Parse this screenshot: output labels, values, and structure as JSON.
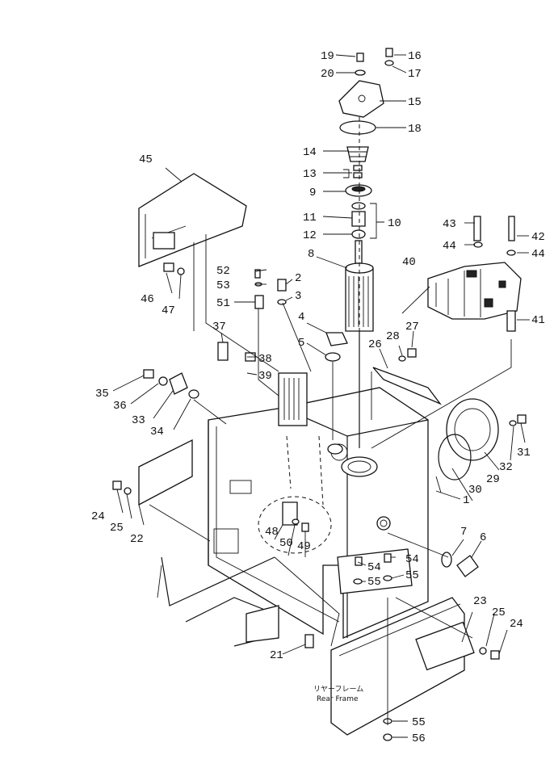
{
  "diagram": {
    "labels": {
      "p1": "1",
      "p2": "2",
      "p3": "3",
      "p4": "4",
      "p5": "5",
      "p6": "6",
      "p7": "7",
      "p8": "8",
      "p9": "9",
      "p10": "10",
      "p11": "11",
      "p12": "12",
      "p13": "13",
      "p14": "14",
      "p15": "15",
      "p16": "16",
      "p17": "17",
      "p18": "18",
      "p19": "19",
      "p20": "20",
      "p21": "21",
      "p22": "22",
      "p23": "23",
      "p24a": "24",
      "p24b": "24",
      "p25a": "25",
      "p25b": "25",
      "p26": "26",
      "p27": "27",
      "p28": "28",
      "p29": "29",
      "p30": "30",
      "p31": "31",
      "p32": "32",
      "p33": "33",
      "p34": "34",
      "p35": "35",
      "p36": "36",
      "p37": "37",
      "p38": "38",
      "p39": "39",
      "p40": "40",
      "p41": "41",
      "p42": "42",
      "p43": "43",
      "p44a": "44",
      "p44b": "44",
      "p45": "45",
      "p46": "46",
      "p47": "47",
      "p48": "48",
      "p49": "49",
      "p50": "50",
      "p51": "51",
      "p52": "52",
      "p53": "53",
      "p54a": "54",
      "p54b": "54",
      "p55a": "55",
      "p55b": "55",
      "p55c": "55",
      "p56": "56"
    },
    "frame_label_jp": "リヤーフレーム",
    "frame_label_en": "Rear Frame"
  }
}
